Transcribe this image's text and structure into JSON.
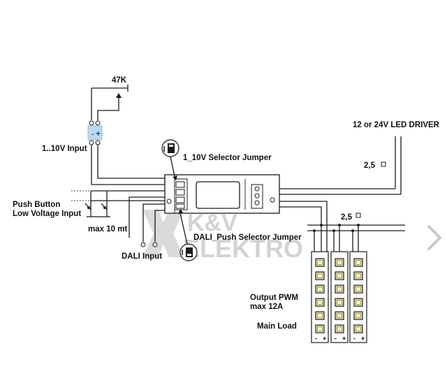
{
  "labels": {
    "pot": "47K",
    "input_1_10v": "1..10V  Input",
    "selector_1_10v": "1_10V Selector Jumper",
    "driver": "12 or 24V LED DRIVER",
    "wire_25_top": "2,5",
    "wire_25_mid": "2,5",
    "push_line1": "Push Button",
    "push_line2": "Low Voltage Input",
    "max_distance": "max 10 mt",
    "dali_push": "DALI_Push  Selector Jumper",
    "dali_input": "DALI Input",
    "output_line1": "Output PWM",
    "output_line2": "max 12A",
    "main_load": "Main Load",
    "watermark_line1": "K&V",
    "watermark_line2": "ELEKTRO",
    "pol_minus": "-",
    "pol_plus": "+"
  },
  "colors": {
    "line": "#1a1a1a",
    "input_module": "#bcd9f0",
    "led": "#f3e6a3",
    "watermark": "#c8c8c8",
    "nav_arrow": "#c9c9c9"
  },
  "icons": {
    "nav": "chevron-right-icon",
    "jumper": "jumper-icon"
  }
}
